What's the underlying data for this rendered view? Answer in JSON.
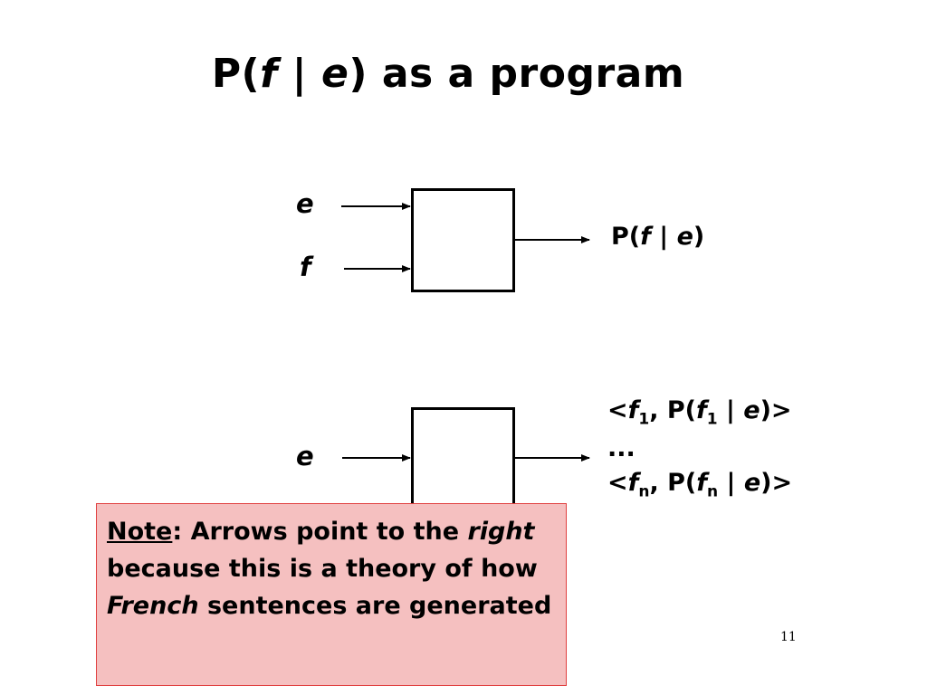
{
  "title": {
    "prefix": "P(",
    "f": "f",
    "sep": " | ",
    "e": "e",
    "suffix": ") as a program"
  },
  "diagram1": {
    "input_e": "e",
    "input_f": "f",
    "output": {
      "prefix": "P(",
      "f": "f",
      "sep": " | ",
      "e": "e",
      "suffix": ")"
    }
  },
  "diagram2": {
    "input_e": "e",
    "output_first": {
      "lt": "<",
      "f": "f",
      "sub": "1",
      "mid": ", P(",
      "f2": "f",
      "sub2": "1",
      "sep": " | ",
      "e": "e",
      "end": ")>"
    },
    "output_ellipsis": "...",
    "output_last": {
      "lt": "<",
      "f": "f",
      "sub": "n",
      "mid": ", P(",
      "f2": "f",
      "sub2": "n",
      "sep": " | ",
      "e": "e",
      "end": ")>"
    }
  },
  "note": {
    "label": "Note",
    "colon": ": Arrows point to the",
    "right": "right",
    "rest1": " because this is a theory of how ",
    "french": "French",
    "rest2": " sentences are generated"
  },
  "page_number": "11"
}
